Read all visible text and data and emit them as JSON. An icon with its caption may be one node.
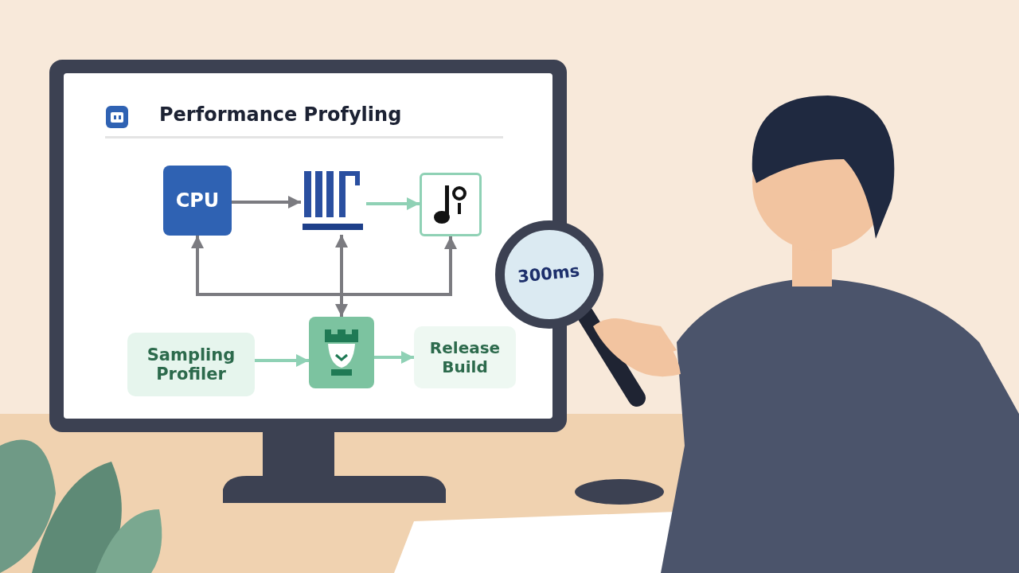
{
  "diagram": {
    "title": "Performance Profyling",
    "nodes": [
      {
        "text": [
          "CPU"
        ]
      },
      {
        "text": [],
        "shape": "picture"
      },
      {
        "text": [],
        "shape": "picture"
      },
      {
        "text": [
          "Sampling Profiler"
        ]
      },
      {
        "text": [],
        "shape": "picture"
      },
      {
        "text": [
          "Release Build"
        ]
      }
    ],
    "edges": [
      {
        "from": 0,
        "to": 1,
        "arrow": "to"
      },
      {
        "from": 1,
        "to": 2,
        "arrow": "to",
        "color": "#8fd1b5"
      },
      {
        "from": 4,
        "to": 0,
        "arrow": "to"
      },
      {
        "from": 4,
        "to": 2,
        "arrow": "to"
      },
      {
        "from": 4,
        "to": 1,
        "arrow": "both"
      },
      {
        "from": 3,
        "to": 4,
        "arrow": "to",
        "color": "#8fd1b5"
      },
      {
        "from": 4,
        "to": 5,
        "arrow": "to",
        "color": "#8fd1b5"
      }
    ],
    "labels": [
      "300ms"
    ]
  }
}
